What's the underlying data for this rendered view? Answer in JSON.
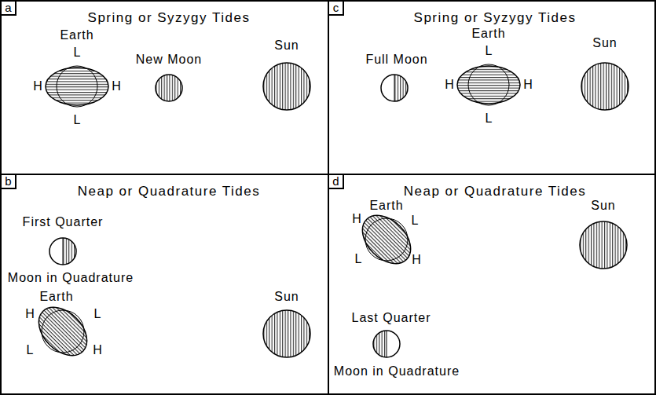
{
  "diagram": {
    "nodes": [
      {
        "text": [
          "Spring or Syzygy Tides"
        ]
      },
      {
        "text": [
          "a"
        ],
        "in": 0
      },
      {
        "text": [
          "Earth"
        ],
        "in": 0
      },
      {
        "text": [
          "New Moon"
        ],
        "in": 0
      },
      {
        "text": [
          "Sun"
        ],
        "in": 0
      },
      {
        "text": [
          "Spring or Syzygy Tides"
        ]
      },
      {
        "text": [
          "c"
        ],
        "in": 5
      },
      {
        "text": [
          "Full Moon"
        ],
        "in": 5
      },
      {
        "text": [
          "Earth"
        ],
        "in": 5
      },
      {
        "text": [
          "Sun"
        ],
        "in": 5
      },
      {
        "text": [
          "Neap or Quadrature Tides"
        ]
      },
      {
        "text": [
          "b"
        ],
        "in": 10
      },
      {
        "text": [
          "First Quarter",
          "Moon in Quadrature"
        ],
        "in": 10
      },
      {
        "text": [
          "Earth"
        ],
        "in": 10
      },
      {
        "text": [
          "Sun"
        ],
        "in": 10
      },
      {
        "text": [
          "Neap or Quadrature Tides"
        ]
      },
      {
        "text": [
          "d"
        ],
        "in": 15
      },
      {
        "text": [
          "Earth"
        ],
        "in": 15
      },
      {
        "text": [
          "Sun"
        ],
        "in": 15
      },
      {
        "text": [
          "Last Quarter",
          "Moon in Quadrature"
        ],
        "in": 15
      }
    ],
    "labels": [
      "L",
      "H",
      "H",
      "L",
      "L",
      "H",
      "H",
      "L",
      "H",
      "L",
      "L",
      "H",
      "H",
      "L",
      "L",
      "H"
    ]
  }
}
